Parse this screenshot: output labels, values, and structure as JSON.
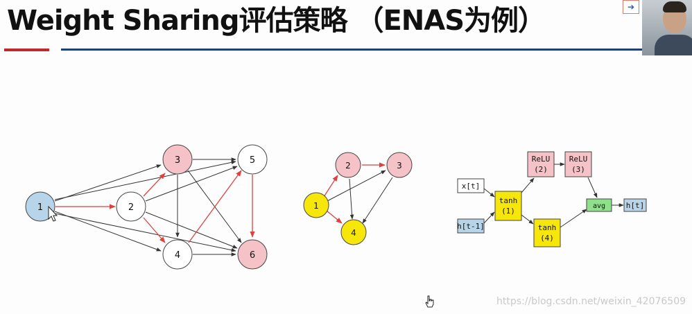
{
  "slide": {
    "title": "Weight Sharing评估策略 （ENAS为例）",
    "arrow_button": "➔",
    "watermark": "https://blog.csdn.net/weixin_42076509"
  },
  "colors": {
    "title_red_rule": "#c0272d",
    "title_blue_rule": "#1f3f7a",
    "node_blue": "#b7d4e8",
    "node_pink": "#f4c2c7",
    "node_white": "#ffffff",
    "node_yellow": "#f7e60a",
    "node_green": "#8fe08a",
    "edge_red": "#e0413f",
    "edge_black": "#333333"
  },
  "graph_dag": {
    "nodes": [
      "1",
      "2",
      "3",
      "4",
      "5",
      "6"
    ]
  },
  "graph_small": {
    "nodes": [
      "1",
      "2",
      "3",
      "4"
    ]
  },
  "graph_cell": {
    "inputs": [
      "x[t]",
      "h[t-1]"
    ],
    "ops": [
      {
        "line1": "tanh",
        "line2": "(1)"
      },
      {
        "line1": "ReLU",
        "line2": "(2)"
      },
      {
        "line1": "ReLU",
        "line2": "(3)"
      },
      {
        "line1": "tanh",
        "line2": "(4)"
      }
    ],
    "avg": "avg",
    "output": "h[t]"
  }
}
